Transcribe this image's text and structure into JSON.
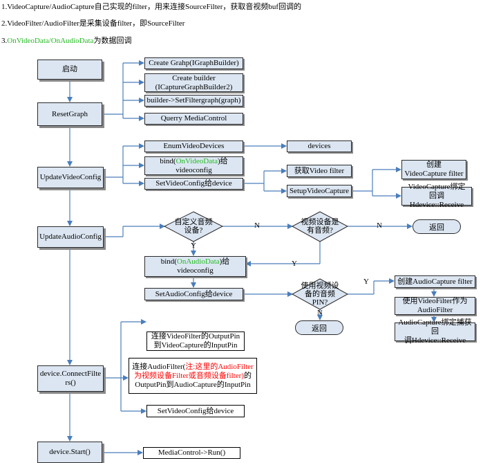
{
  "notes": {
    "n1": "1.VideoCapture/AudioCapture自己实现的filter，用来连接SourceFilter，获取音视频buf回调的",
    "n2": "2.VideoFilter/AudioFilter是采集设备filter，即SourceFilter",
    "n3_prefix": "3.",
    "n3_green": "OnVideoData/OnAudioData",
    "n3_suffix": "为数据回调"
  },
  "steps": {
    "start": "启动",
    "reset": "ResetGraph",
    "update_video": "UpdateVideoConfig",
    "update_audio": "UpdateAudioConfig",
    "connect_line1": "device.ConnectFilte",
    "connect_line2": "rs()",
    "device_start": "device.Start()"
  },
  "reset_actions": {
    "a1": "Create Grahp(IGraphBuilder)",
    "a2_line1": "Create builder",
    "a2_line2": "(ICaptureGraphBuilder2)",
    "a3": "builder->SetFiltergraph(graph)",
    "a4": "Querry MediaControl"
  },
  "video_actions": {
    "enum": "EnumVideoDevices",
    "devices": "devices",
    "bind_prefix": "bind(",
    "bind_green": "OnVideoData",
    "bind_suffix": ")给",
    "bind_line2": "videoconfig",
    "set_config": "SetVideoConfig给device",
    "get_filter": "获取Video filter",
    "setup_capture": "SetupVideoCapture",
    "create_line1": "创建",
    "create_line2": "VideoCapture filter",
    "bind_cb_line1": "VideoCapture绑定",
    "bind_cb_line2": "回调Hdevice::Receive"
  },
  "audio_actions": {
    "custom_q_line1": "自定义音频",
    "custom_q_line2": "设备?",
    "has_audio_q_line1": "视频设备是",
    "has_audio_q_line2": "有音频?",
    "return1": "返回",
    "bind_prefix": "bind(",
    "bind_green": "OnAudioData",
    "bind_suffix": ")给",
    "bind_line2": "videoconfig",
    "set_config": "SetAudioConfig给device",
    "use_pin_q_line1": "使用视频设",
    "use_pin_q_line2": "备的音频",
    "use_pin_q_line3": "PIN?",
    "return2": "返回",
    "create_filter": "创建AudioCapture filter",
    "use_vf_line1": "使用VideoFilter作为",
    "use_vf_line2": "AudioFilter",
    "bind_cb_line1": "AudioCapture绑定捕获回",
    "bind_cb_line2": "调Hdevice::Receive"
  },
  "labels": {
    "n1": "N",
    "n2": "N",
    "y1": "Y",
    "y2": "Y",
    "y3": "Y",
    "n3": "N"
  },
  "connect_actions": {
    "vf_line1": "连接VideoFilter的OutputPin",
    "vf_line2": "到VideoCapture的InputPin",
    "af_prefix": "连接AudioFilter(",
    "af_red1": "注:这里的AudioFilter",
    "af_red2": "为视频设备Filter或音频设备filter)",
    "af_suffix2": "的",
    "af_line3": "OutputPin到AudioCapture的InputPin",
    "set_config": "SetVideoConfig给device"
  },
  "start_actions": {
    "run": "MediaControl->Run()"
  },
  "colors": {
    "box_fill": "#dce6f2",
    "connector": "#4a7ebb",
    "callback_green": "#22bb22",
    "note_red": "#ff0000"
  }
}
